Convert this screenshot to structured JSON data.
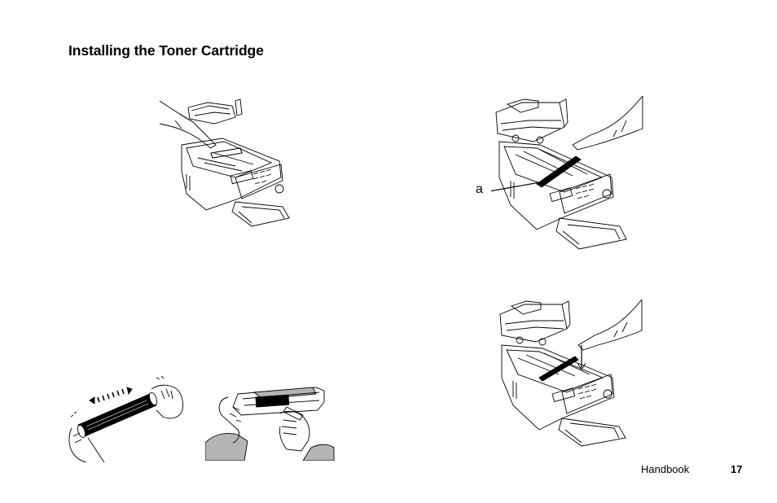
{
  "page": {
    "title": "Installing the Toner Cartridge",
    "footer_label": "Handbook",
    "page_number": "17"
  },
  "figures": {
    "callout_label": "a"
  },
  "colors": {
    "text": "#000000",
    "line": "#000000",
    "background": "#ffffff",
    "sleeve_shade": "#b5b5b5"
  }
}
